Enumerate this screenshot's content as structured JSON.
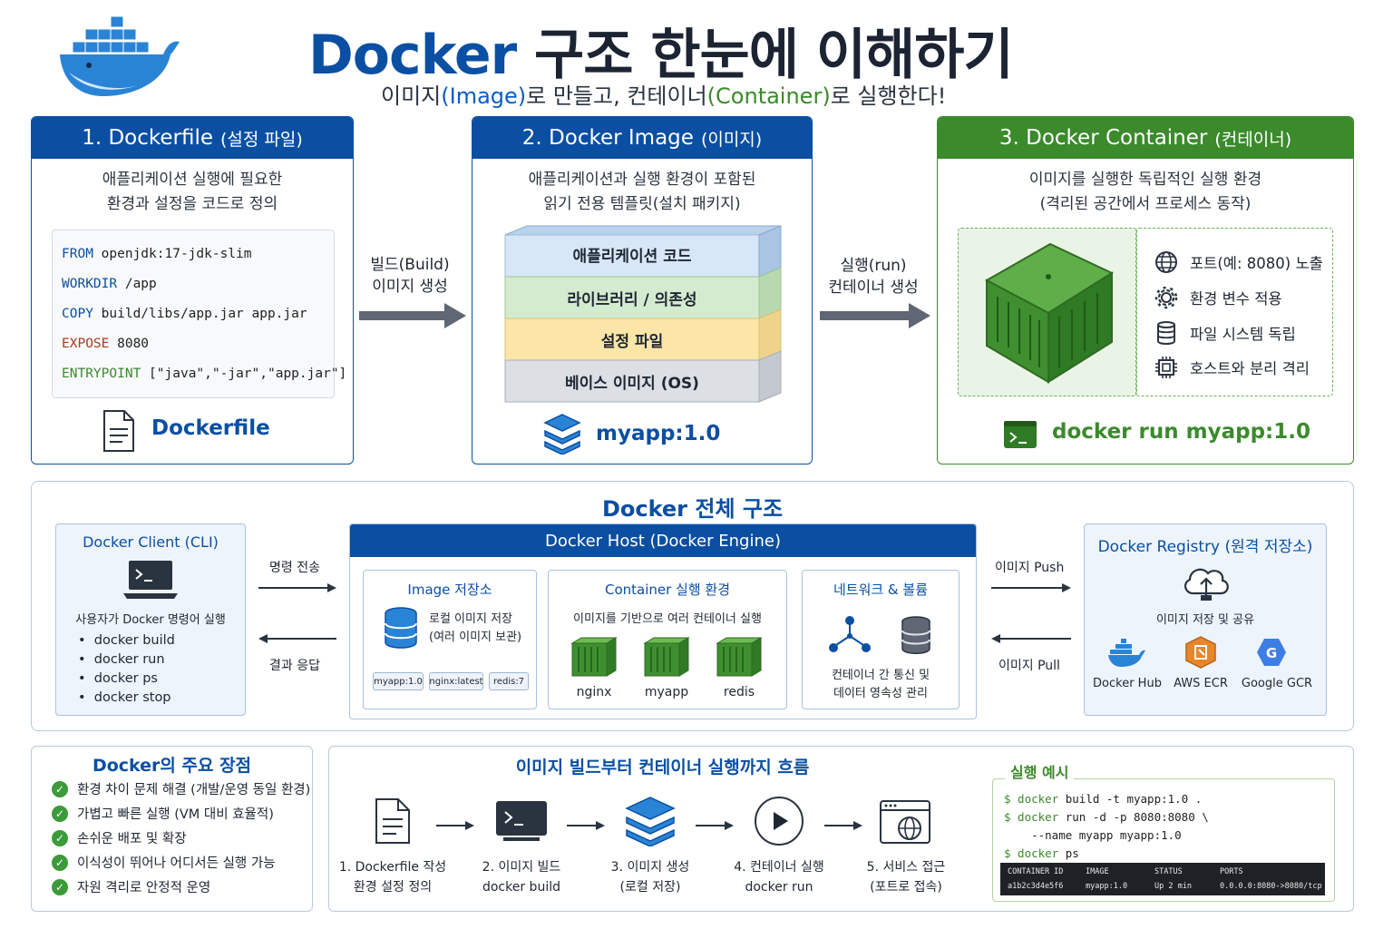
{
  "header": {
    "title_docker": "Docker",
    "title_rest": " 구조 한눈에 이해하기",
    "subtitle_a": "이미지",
    "subtitle_b": "(Image)",
    "subtitle_c": "로 만들고, 컨테이너",
    "subtitle_d": "(Container)",
    "subtitle_e": "로 실행한다!"
  },
  "dockerfile_panel": {
    "title": "1. Dockerfile",
    "title_sub": "(설정 파일)",
    "desc1": "애플리케이션 실행에 필요한",
    "desc2": "환경과 설정을 코드로 정의",
    "code": [
      {
        "kw": "FROM",
        "rest": " openjdk:17-jdk-slim"
      },
      {
        "kw": "WORKDIR",
        "rest": " /app"
      },
      {
        "kw": "COPY",
        "rest": " build/libs/app.jar app.jar"
      },
      {
        "kw": "EXPOSE",
        "rest": " 8080"
      },
      {
        "kw": "ENTRYPOINT",
        "rest": " [\"java\",\"-jar\",\"app.jar\"]"
      }
    ],
    "file_label": "Dockerfile"
  },
  "arrow_build": {
    "line1": "빌드(Build)",
    "line2": "이미지 생성"
  },
  "image_panel": {
    "title": "2. Docker Image",
    "title_sub": "(이미지)",
    "desc1": "애플리케이션과 실행 환경이 포함된",
    "desc2": "읽기 전용 템플릿(설치 패키지)",
    "layers": [
      "애플리케이션 코드",
      "라이브러리 / 의존성",
      "설정 파일",
      "베이스 이미지 (OS)"
    ],
    "tag": "myapp:1.0"
  },
  "arrow_run": {
    "line1": "실행(run)",
    "line2": "컨테이너 생성"
  },
  "container_panel": {
    "title": "3. Docker Container",
    "title_sub": "(컨테이너)",
    "desc1": "이미지를 실행한 독립적인 실행 환경",
    "desc2": "(격리된 공간에서 프로세스 동작)",
    "features": [
      "포트(예: 8080) 노출",
      "환경 변수 적용",
      "파일 시스템 독립",
      "호스트와 분리 격리"
    ],
    "run_cmd": "docker run  myapp:1.0"
  },
  "architecture": {
    "title": "Docker 전체 구조",
    "client": {
      "title": "Docker Client (CLI)",
      "desc": "사용자가 Docker 명령어 실행",
      "commands": [
        "docker build",
        "docker run",
        "docker ps",
        "docker stop"
      ]
    },
    "send_cmd": "명령 전송",
    "result": "결과 응답",
    "host": {
      "title": "Docker Host (Docker Engine)",
      "image_store": {
        "title": "Image 저장소",
        "desc1": "로컬 이미지 저장",
        "desc2": "(여러 이미지 보관)",
        "tags": [
          "myapp:1.0",
          "nginx:latest",
          "redis:7"
        ]
      },
      "runtime": {
        "title": "Container 실행 환경",
        "desc": "이미지를 기반으로 여러 컨테이너 실행",
        "containers": [
          "nginx",
          "myapp",
          "redis"
        ]
      },
      "network": {
        "title": "네트워크 & 볼륨",
        "desc1": "컨테이너 간 통신 및",
        "desc2": "데이터 영속성 관리"
      }
    },
    "push": "이미지 Push",
    "pull": "이미지 Pull",
    "registry": {
      "title": "Docker Registry (원격 저장소)",
      "desc": "이미지 저장 및 공유",
      "providers": [
        "Docker Hub",
        "AWS ECR",
        "Google GCR"
      ]
    }
  },
  "advantages": {
    "title": "Docker의 주요 장점",
    "items": [
      "환경 차이 문제 해결 (개발/운영 동일 환경)",
      "가볍고 빠른 실행 (VM 대비 효율적)",
      "손쉬운 배포 및 확장",
      "이식성이 뛰어나 어디서든 실행 가능",
      "자원 격리로 안정적 운영"
    ]
  },
  "flow": {
    "title": "이미지 빌드부터 컨테이너 실행까지 흐름",
    "steps": [
      {
        "line1": "1. Dockerfile 작성",
        "line2": "환경 설정 정의"
      },
      {
        "line1": "2. 이미지 빌드",
        "line2": "docker build"
      },
      {
        "line1": "3. 이미지 생성",
        "line2": "(로컬 저장)"
      },
      {
        "line1": "4. 컨테이너 실행",
        "line2": "docker run"
      },
      {
        "line1": "5. 서비스 접근",
        "line2": "(포트로 접속)"
      }
    ]
  },
  "example": {
    "title": "실행 예시",
    "lines": [
      {
        "prompt": "$ docker",
        "rest": " build -t myapp:1.0 ."
      },
      {
        "prompt": "$ docker",
        "rest": " run -d -p 8080:8080 \\"
      },
      {
        "prompt": "",
        "rest": "    --name myapp myapp:1.0"
      },
      {
        "prompt": "$ docker",
        "rest": " ps"
      }
    ],
    "table_headers": [
      "CONTAINER ID",
      "IMAGE",
      "STATUS",
      "PORTS"
    ],
    "table_row": [
      "a1b2c3d4e5f6",
      "myapp:1.0",
      "Up 2 min",
      "0.0.0.0:8080->8080/tcp"
    ]
  },
  "colors": {
    "primary": "#0b4fa3",
    "green": "#3b8a2c",
    "light_blue": "#eef4fb"
  }
}
